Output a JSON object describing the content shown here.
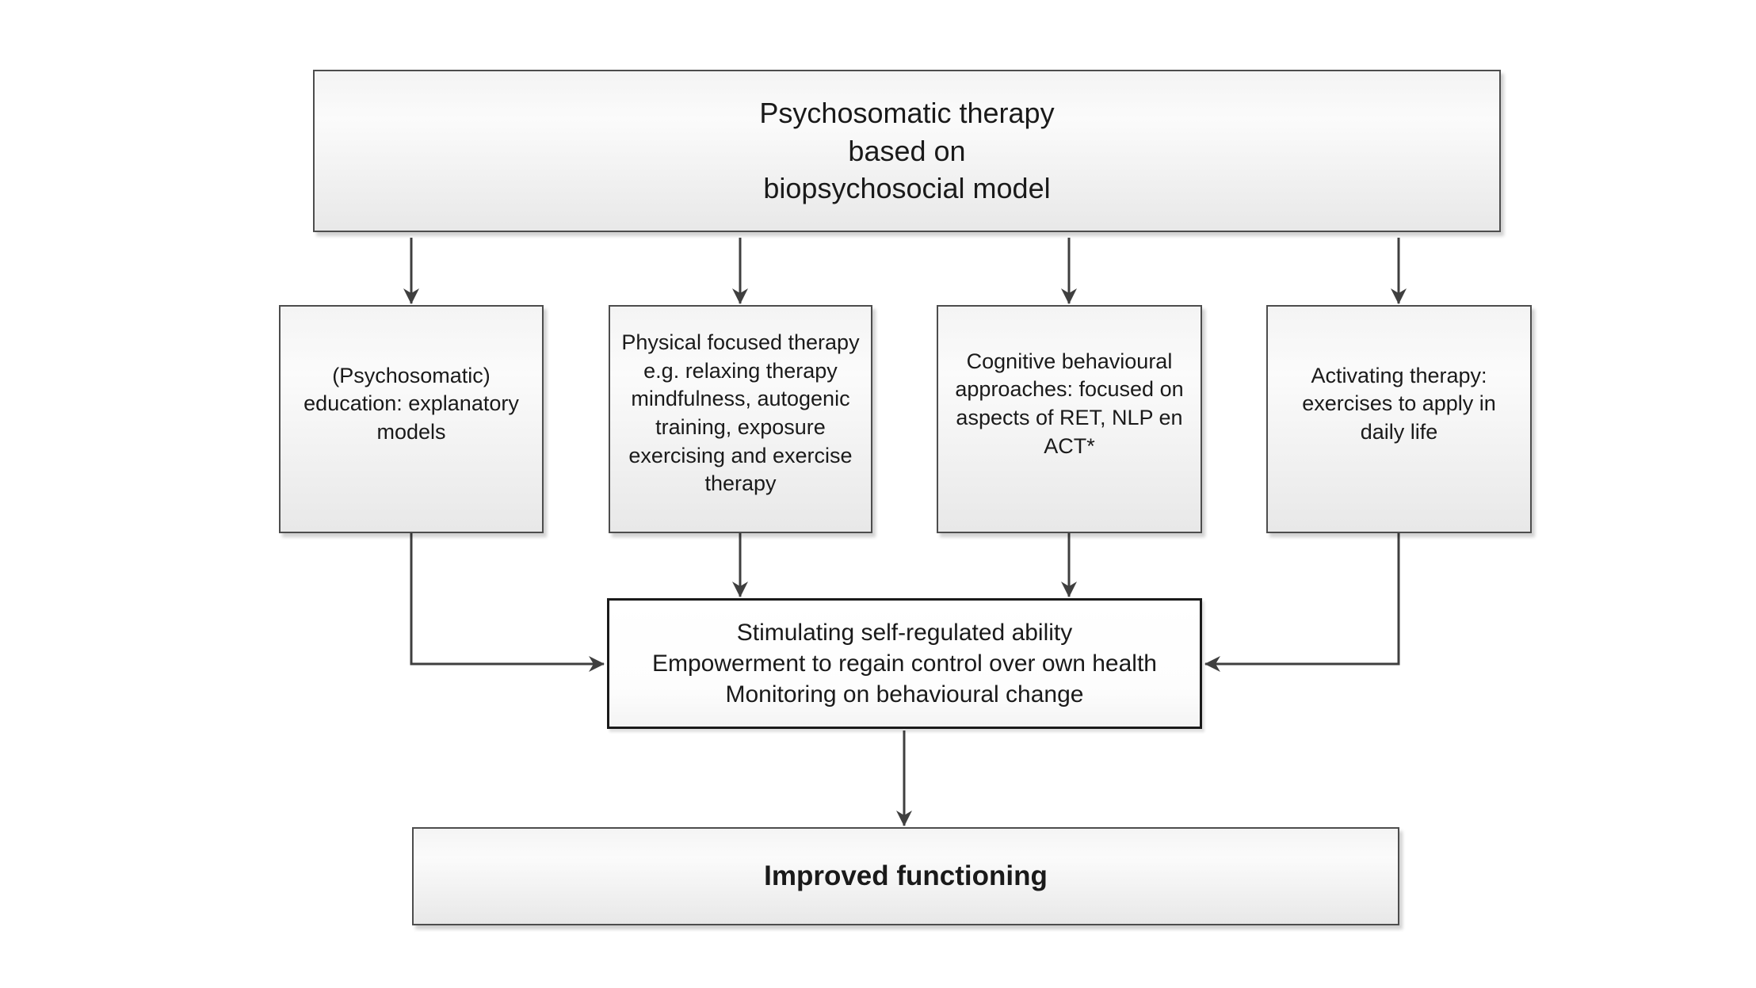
{
  "diagram": {
    "type": "flowchart",
    "title_box": {
      "text": "Psychosomatic therapy\nbased on\nbiopsychosocial model"
    },
    "therapy_boxes": [
      {
        "text": "(Psychosomatic)\neducation: explanatory\nmodels"
      },
      {
        "text": "Physical focused therapy\ne.g. relaxing therapy\nmindfulness, autogenic\ntraining,  exposure\nexercising and exercise\ntherapy"
      },
      {
        "text": "Cognitive behavioural\napproaches: focused on\naspects of RET, NLP en\nACT*"
      },
      {
        "text": "Activating therapy:\nexercises to apply in\ndaily life"
      }
    ],
    "integration_box": {
      "text": "Stimulating self-regulated ability\nEmpowerment  to regain control over own health\nMonitoring on behavioural change"
    },
    "outcome_box": {
      "text": "Improved functioning"
    },
    "colors": {
      "connector_line": "#3f3f3f",
      "box_border": "#4d4d4d",
      "central_border": "#1a1a1a",
      "box_fill_light": "#fbfbfb",
      "box_fill_dark": "#e8e8e8",
      "text": "#1a1a1a",
      "background": "#ffffff"
    }
  }
}
